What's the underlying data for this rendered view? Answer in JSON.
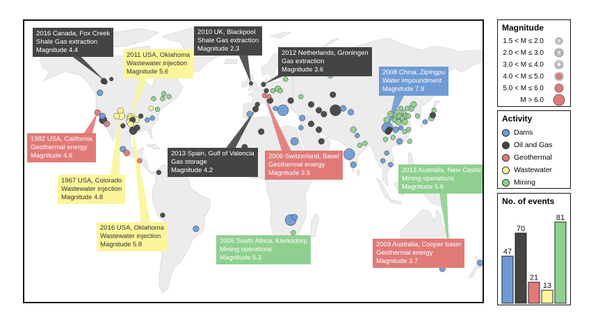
{
  "colors": {
    "Dams": "#6f9bd4",
    "Oil and Gas": "#444444",
    "Geothermal": "#e07a78",
    "Wastewater": "#fbf59a",
    "Mining": "#8fd08f",
    "land": "#ececec",
    "land_stroke": "#cfcfcf"
  },
  "callouts": [
    {
      "lines": [
        "2016 Canada, Fox Creek",
        "Shale Gas extraction",
        "Magnitude 4.4"
      ],
      "activity": "Oil and Gas"
    },
    {
      "lines": [
        "2011 USA, Oklahoma",
        "Wastewater injection",
        "Magnitude 5.6"
      ],
      "activity": "Wastewater"
    },
    {
      "lines": [
        "2010 UK, Blackpool",
        "Shale Gas extraction",
        "Magnitude 2.3"
      ],
      "activity": "Oil and Gas"
    },
    {
      "lines": [
        "2012 Netherlands, Groningen",
        "Gas extraction",
        "Magnitude 3.6"
      ],
      "activity": "Oil and Gas"
    },
    {
      "lines": [
        "2008 China, Zipingpu",
        "Water impoundment",
        "Magnitude 7.9"
      ],
      "activity": "Dams"
    },
    {
      "lines": [
        "1982 USA, California",
        "Geothermal energy",
        "Magnitude 4.6"
      ],
      "activity": "Geothermal"
    },
    {
      "lines": [
        "2013 Spain, Gulf of Valencia",
        "Gas storage",
        "Magnitude 4.2"
      ],
      "activity": "Oil and Gas"
    },
    {
      "lines": [
        "2006 Switzerland, Basel",
        "Geothermal energy",
        "Magnitude 3.5"
      ],
      "activity": "Geothermal"
    },
    {
      "lines": [
        "2013 Australia, New Castle",
        "Mining operations",
        "Magnitude 5.6"
      ],
      "activity": "Mining"
    },
    {
      "lines": [
        "1967 USA, Colorado",
        "Wastewater injection",
        "Magnitude 4.8"
      ],
      "activity": "Wastewater"
    },
    {
      "lines": [
        "2016 USA, Oklahoma",
        "Wastewater injection",
        "Magnitude 5.8"
      ],
      "activity": "Wastewater"
    },
    {
      "lines": [
        "2005 South Africa, Klerksdorp",
        "Mining operations",
        "Magnitude 5.3"
      ],
      "activity": "Mining"
    },
    {
      "lines": [
        "2003 Australia, Cooper basin",
        "Geothermal energy",
        "Magnitude 3.7"
      ],
      "activity": "Geothermal"
    }
  ],
  "legend": {
    "magnitude_title": "Magnitude",
    "magnitude_classes": [
      "1.5 < M ≤ 2.0",
      "2.0 < M ≤ 3.0",
      "3.0 < M ≤ 4.0",
      "4.0 < M ≤ 5.0",
      "5.0 < M ≤ 6.0",
      "M > 6.0"
    ],
    "activity_title": "Activity",
    "activities": [
      "Dams",
      "Oil and Gas",
      "Geothermal",
      "Wastewater",
      "Mining"
    ],
    "events_title": "No. of events"
  },
  "chart_data": {
    "type": "bar",
    "title": "No. of events",
    "categories": [
      "Dams",
      "Oil and Gas",
      "Geothermal",
      "Wastewater",
      "Mining"
    ],
    "values": [
      47,
      70,
      21,
      13,
      81
    ],
    "colors": [
      "#6f9bd4",
      "#444444",
      "#e07a78",
      "#fbf59a",
      "#8fd08f"
    ]
  },
  "events": [
    {
      "lon": -118,
      "lat": 55,
      "activity": "Oil and Gas",
      "mag": 4.4
    },
    {
      "lon": -117,
      "lat": 54.5,
      "activity": "Oil and Gas",
      "mag": 3.5
    },
    {
      "lon": -112,
      "lat": 56,
      "activity": "Oil and Gas",
      "mag": 3.0
    },
    {
      "lon": -121,
      "lat": 49,
      "activity": "Dams",
      "mag": 5.0
    },
    {
      "lon": -122.8,
      "lat": 38.8,
      "activity": "Geothermal",
      "mag": 4.6
    },
    {
      "lon": -115.6,
      "lat": 33,
      "activity": "Geothermal",
      "mag": 5.0
    },
    {
      "lon": -118.5,
      "lat": 35,
      "activity": "Oil and Gas",
      "mag": 5.5
    },
    {
      "lon": -119,
      "lat": 37,
      "activity": "Dams",
      "mag": 4.5
    },
    {
      "lon": -108,
      "lat": 37,
      "activity": "Wastewater",
      "mag": 4.8
    },
    {
      "lon": -104.9,
      "lat": 39.8,
      "activity": "Wastewater",
      "mag": 4.8
    },
    {
      "lon": -104.5,
      "lat": 37.2,
      "activity": "Wastewater",
      "mag": 5.3
    },
    {
      "lon": -103,
      "lat": 32,
      "activity": "Oil and Gas",
      "mag": 4.0
    },
    {
      "lon": -97,
      "lat": 35.5,
      "activity": "Wastewater",
      "mag": 5.6
    },
    {
      "lon": -96.9,
      "lat": 36.4,
      "activity": "Wastewater",
      "mag": 5.8
    },
    {
      "lon": -98,
      "lat": 34,
      "activity": "Wastewater",
      "mag": 4.5
    },
    {
      "lon": -95.5,
      "lat": 35,
      "activity": "Oil and Gas",
      "mag": 4.5
    },
    {
      "lon": -97,
      "lat": 32.8,
      "activity": "Wastewater",
      "mag": 4.5
    },
    {
      "lon": -95,
      "lat": 29.5,
      "activity": "Oil and Gas",
      "mag": 5.5
    },
    {
      "lon": -92,
      "lat": 31,
      "activity": "Oil and Gas",
      "mag": 4.5
    },
    {
      "lon": -92.5,
      "lat": 35.2,
      "activity": "Wastewater",
      "mag": 4.7
    },
    {
      "lon": -81,
      "lat": 41,
      "activity": "Wastewater",
      "mag": 4.0
    },
    {
      "lon": -89,
      "lat": 37,
      "activity": "Oil and Gas",
      "mag": 4.0
    },
    {
      "lon": -84,
      "lat": 35,
      "activity": "Dams",
      "mag": 4.0
    },
    {
      "lon": -80,
      "lat": 36,
      "activity": "Dams",
      "mag": 3.5
    },
    {
      "lon": -76,
      "lat": 40.5,
      "activity": "Mining",
      "mag": 3.5
    },
    {
      "lon": -72,
      "lat": 46,
      "activity": "Mining",
      "mag": 3.5
    },
    {
      "lon": -71,
      "lat": 48.5,
      "activity": "Mining",
      "mag": 3.5
    },
    {
      "lon": -67,
      "lat": 47,
      "activity": "Mining",
      "mag": 3.5
    },
    {
      "lon": -79,
      "lat": 46,
      "activity": "Mining",
      "mag": 4.0
    },
    {
      "lon": -103,
      "lat": 20,
      "activity": "Dams",
      "mag": 4.5
    },
    {
      "lon": -100,
      "lat": 18,
      "activity": "Geothermal",
      "mag": 4.5
    },
    {
      "lon": -75,
      "lat": 8,
      "activity": "Oil and Gas",
      "mag": 4.0
    },
    {
      "lon": -63,
      "lat": 10,
      "activity": "Geothermal",
      "mag": 4.0
    },
    {
      "lon": -72,
      "lat": -14,
      "activity": "Oil and Gas",
      "mag": 4.0
    },
    {
      "lon": -46,
      "lat": -21,
      "activity": "Dams",
      "mag": 4.5
    },
    {
      "lon": -3,
      "lat": 53.8,
      "activity": "Oil and Gas",
      "mag": 2.3
    },
    {
      "lon": 6.8,
      "lat": 53.3,
      "activity": "Oil and Gas",
      "mag": 3.6
    },
    {
      "lon": 7.6,
      "lat": 47.6,
      "activity": "Geothermal",
      "mag": 3.5
    },
    {
      "lon": 0.6,
      "lat": 40.6,
      "activity": "Oil and Gas",
      "mag": 4.2
    },
    {
      "lon": -4,
      "lat": 38,
      "activity": "Dams",
      "mag": 4.5
    },
    {
      "lon": 2,
      "lat": 43,
      "activity": "Oil and Gas",
      "mag": 4.0
    },
    {
      "lon": 9,
      "lat": 50,
      "activity": "Oil and Gas",
      "mag": 4.0
    },
    {
      "lon": 11,
      "lat": 47,
      "activity": "Geothermal",
      "mag": 4.0
    },
    {
      "lon": 14,
      "lat": 50,
      "activity": "Mining",
      "mag": 3.5
    },
    {
      "lon": 18,
      "lat": 51,
      "activity": "Mining",
      "mag": 4.5
    },
    {
      "lon": 20,
      "lat": 50,
      "activity": "Mining",
      "mag": 4.0
    },
    {
      "lon": 12,
      "lat": 45,
      "activity": "Oil and Gas",
      "mag": 4.5
    },
    {
      "lon": 16,
      "lat": 41,
      "activity": "Dams",
      "mag": 4.0
    },
    {
      "lon": 22,
      "lat": 40,
      "activity": "Dams",
      "mag": 6.3
    },
    {
      "lon": 28,
      "lat": 45,
      "activity": "Oil and Gas",
      "mag": 4.5
    },
    {
      "lon": 24,
      "lat": 56,
      "activity": "Mining",
      "mag": 3.5
    },
    {
      "lon": 32,
      "lat": 67,
      "activity": "Mining",
      "mag": 4.0
    },
    {
      "lon": 36,
      "lat": 67,
      "activity": "Mining",
      "mag": 3.5
    },
    {
      "lon": 59,
      "lat": 58,
      "activity": "Mining",
      "mag": 4.5
    },
    {
      "lon": 86,
      "lat": 64,
      "activity": "Mining",
      "mag": 4.0
    },
    {
      "lon": 36,
      "lat": 47,
      "activity": "Mining",
      "mag": 4.0
    },
    {
      "lon": 44,
      "lat": 43,
      "activity": "Oil and Gas",
      "mag": 4.5
    },
    {
      "lon": 50,
      "lat": 40,
      "activity": "Oil and Gas",
      "mag": 4.5
    },
    {
      "lon": 54,
      "lat": 38,
      "activity": "Oil and Gas",
      "mag": 4.5
    },
    {
      "lon": 63,
      "lat": 40,
      "activity": "Oil and Gas",
      "mag": 6.8
    },
    {
      "lon": 61,
      "lat": 48,
      "activity": "Oil and Gas",
      "mag": 4.5
    },
    {
      "lon": 69,
      "lat": 41,
      "activity": "Dams",
      "mag": 4.5
    },
    {
      "lon": 75,
      "lat": 39,
      "activity": "Dams",
      "mag": 5.0
    },
    {
      "lon": 37,
      "lat": 36,
      "activity": "Dams",
      "mag": 4.5
    },
    {
      "lon": 44,
      "lat": 33,
      "activity": "Oil and Gas",
      "mag": 4.5
    },
    {
      "lon": 31,
      "lat": 24,
      "activity": "Dams",
      "mag": 5.3
    },
    {
      "lon": 36,
      "lat": 31,
      "activity": "Dams",
      "mag": 3.5
    },
    {
      "lon": 50,
      "lat": 30,
      "activity": "Oil and Gas",
      "mag": 4.5
    },
    {
      "lon": 52,
      "lat": 24,
      "activity": "Oil and Gas",
      "mag": 4.5
    },
    {
      "lon": 5,
      "lat": 29,
      "activity": "Oil and Gas",
      "mag": 4.5
    },
    {
      "lon": -8,
      "lat": 21,
      "activity": "Oil and Gas",
      "mag": 4.5
    },
    {
      "lon": 28,
      "lat": -16.5,
      "activity": "Dams",
      "mag": 6.1
    },
    {
      "lon": 31,
      "lat": -15,
      "activity": "Dams",
      "mag": 4.5
    },
    {
      "lon": 27,
      "lat": -26.9,
      "activity": "Mining",
      "mag": 5.3
    },
    {
      "lon": 28,
      "lat": -26,
      "activity": "Mining",
      "mag": 4.5
    },
    {
      "lon": 26,
      "lat": -29,
      "activity": "Mining",
      "mag": 4.5
    },
    {
      "lon": 30,
      "lat": -23,
      "activity": "Mining",
      "mag": 4.0
    },
    {
      "lon": 73.7,
      "lat": 17.4,
      "activity": "Dams",
      "mag": 6.3
    },
    {
      "lon": 77,
      "lat": 12,
      "activity": "Dams",
      "mag": 5.0
    },
    {
      "lon": 80,
      "lat": 27,
      "activity": "Dams",
      "mag": 4.0
    },
    {
      "lon": 77,
      "lat": 30,
      "activity": "Mining",
      "mag": 4.5
    },
    {
      "lon": 86,
      "lat": 23,
      "activity": "Mining",
      "mag": 4.0
    },
    {
      "lon": 82,
      "lat": 22,
      "activity": "Mining",
      "mag": 4.0
    },
    {
      "lon": 103.5,
      "lat": 31,
      "activity": "Dams",
      "mag": 7.9
    },
    {
      "lon": 105,
      "lat": 30,
      "activity": "Oil and Gas",
      "mag": 4.5
    },
    {
      "lon": 104,
      "lat": 29,
      "activity": "Oil and Gas",
      "mag": 4.5
    },
    {
      "lon": 103,
      "lat": 35,
      "activity": "Mining",
      "mag": 4.5
    },
    {
      "lon": 106,
      "lat": 38,
      "activity": "Mining",
      "mag": 4.5
    },
    {
      "lon": 109,
      "lat": 35,
      "activity": "Mining",
      "mag": 4.0
    },
    {
      "lon": 110,
      "lat": 36,
      "activity": "Mining",
      "mag": 4.5
    },
    {
      "lon": 111,
      "lat": 39,
      "activity": "Mining",
      "mag": 4.0
    },
    {
      "lon": 112,
      "lat": 34,
      "activity": "Mining",
      "mag": 4.5
    },
    {
      "lon": 113,
      "lat": 37,
      "activity": "Mining",
      "mag": 4.5
    },
    {
      "lon": 114,
      "lat": 41,
      "activity": "Mining",
      "mag": 4.0
    },
    {
      "lon": 115,
      "lat": 36,
      "activity": "Mining",
      "mag": 4.0
    },
    {
      "lon": 116,
      "lat": 39,
      "activity": "Mining",
      "mag": 4.0
    },
    {
      "lon": 117,
      "lat": 34,
      "activity": "Mining",
      "mag": 4.5
    },
    {
      "lon": 118,
      "lat": 37,
      "activity": "Mining",
      "mag": 4.5
    },
    {
      "lon": 119,
      "lat": 41,
      "activity": "Mining",
      "mag": 4.0
    },
    {
      "lon": 120,
      "lat": 37,
      "activity": "Mining",
      "mag": 4.0
    },
    {
      "lon": 122,
      "lat": 41,
      "activity": "Mining",
      "mag": 4.5
    },
    {
      "lon": 124,
      "lat": 43,
      "activity": "Mining",
      "mag": 4.5
    },
    {
      "lon": 110,
      "lat": 30,
      "activity": "Dams",
      "mag": 4.5
    },
    {
      "lon": 114,
      "lat": 31,
      "activity": "Dams",
      "mag": 4.0
    },
    {
      "lon": 113,
      "lat": 24,
      "activity": "Dams",
      "mag": 5.0
    },
    {
      "lon": 117,
      "lat": 29,
      "activity": "Mining",
      "mag": 4.0
    },
    {
      "lon": 108,
      "lat": 26,
      "activity": "Mining",
      "mag": 4.0
    },
    {
      "lon": 102,
      "lat": 25,
      "activity": "Mining",
      "mag": 4.0
    },
    {
      "lon": 120,
      "lat": 30,
      "activity": "Mining",
      "mag": 4.0
    },
    {
      "lon": 121,
      "lat": 24,
      "activity": "Mining",
      "mag": 4.0
    },
    {
      "lon": 127,
      "lat": 37,
      "activity": "Mining",
      "mag": 4.0
    },
    {
      "lon": 138,
      "lat": 36,
      "activity": "Mining",
      "mag": 4.5
    },
    {
      "lon": 140,
      "lat": 40,
      "activity": "Mining",
      "mag": 4.0
    },
    {
      "lon": 139,
      "lat": 37.5,
      "activity": "Oil and Gas",
      "mag": 4.5
    },
    {
      "lon": 133,
      "lat": 34,
      "activity": "Dams",
      "mag": 4.0
    },
    {
      "lon": 100,
      "lat": 14,
      "activity": "Dams",
      "mag": 4.0
    },
    {
      "lon": 106,
      "lat": 12,
      "activity": "Dams",
      "mag": 4.0
    },
    {
      "lon": 103,
      "lat": 18,
      "activity": "Dams",
      "mag": 4.0
    },
    {
      "lon": 140.5,
      "lat": -28,
      "activity": "Geothermal",
      "mag": 3.7
    },
    {
      "lon": 151.8,
      "lat": -32.9,
      "activity": "Mining",
      "mag": 5.6
    },
    {
      "lon": 148,
      "lat": -36,
      "activity": "Dams",
      "mag": 4.0
    },
    {
      "lon": 146.5,
      "lat": -41.5,
      "activity": "Dams",
      "mag": 4.5
    },
    {
      "lon": 147,
      "lat": -37.5,
      "activity": "Mining",
      "mag": 3.5
    },
    {
      "lon": 176,
      "lat": -38.5,
      "activity": "Dams",
      "mag": 4.5
    },
    {
      "lon": -90,
      "lat": 14,
      "activity": "Geothermal",
      "mag": 3.5
    }
  ]
}
